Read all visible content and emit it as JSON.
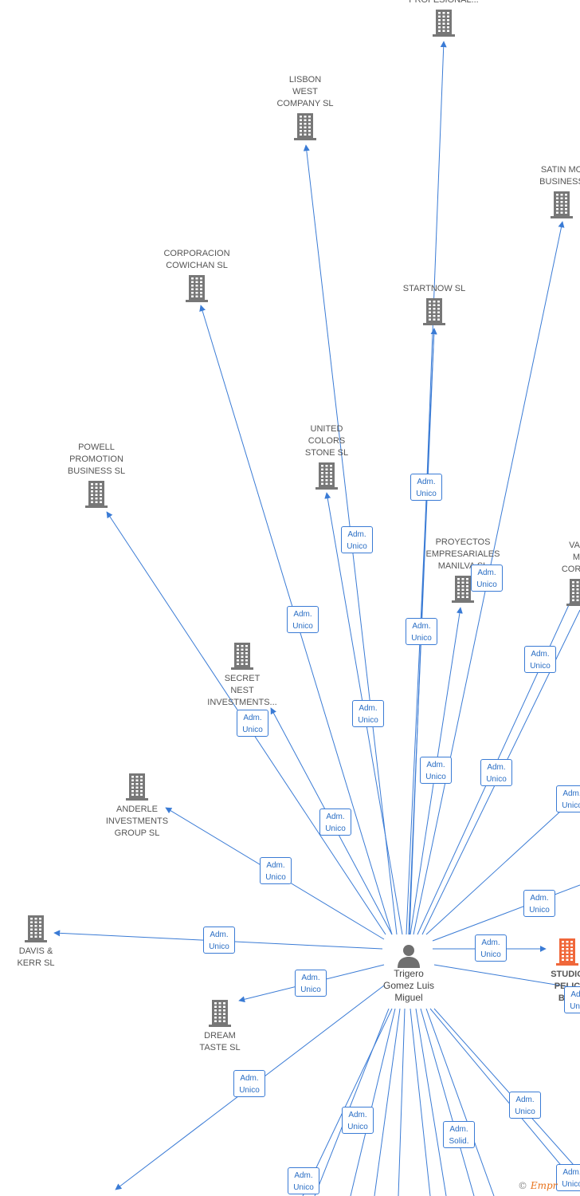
{
  "colors": {
    "edge": "#3a7bd5",
    "node_icon": "#777777",
    "highlight_icon": "#f0673a",
    "person_icon": "#6f6f6f"
  },
  "center": {
    "label": "Trigero\nGomez Luis\nMiguel",
    "icon": "person-icon"
  },
  "companies": [
    {
      "id": "profesional",
      "label": "PROFESIONAL...",
      "icon": "building-icon"
    },
    {
      "id": "lisbon",
      "label": "LISBON\nWEST\nCOMPANY SL",
      "icon": "building-icon"
    },
    {
      "id": "satin",
      "label": "SATIN MO\nBUSINESS",
      "icon": "building-icon"
    },
    {
      "id": "cowichan",
      "label": "CORPORACION\nCOWICHAN SL",
      "icon": "building-icon"
    },
    {
      "id": "startnow",
      "label": "STARTNOW SL",
      "icon": "building-icon"
    },
    {
      "id": "united",
      "label": "UNITED\nCOLORS\nSTONE SL",
      "icon": "building-icon"
    },
    {
      "id": "powell",
      "label": "POWELL\nPROMOTION\nBUSINESS SL",
      "icon": "building-icon"
    },
    {
      "id": "proyectos",
      "label": "PROYECTOS\nEMPRESARIALES\nMANILVA SL",
      "icon": "building-icon"
    },
    {
      "id": "var",
      "label": "VAR\nMI\nCORPO",
      "icon": "building-icon"
    },
    {
      "id": "secret",
      "label": "SECRET\nNEST\nINVESTMENTS...",
      "icon": "building-icon"
    },
    {
      "id": "anderle",
      "label": "ANDERLE\nINVESTMENTS\nGROUP SL",
      "icon": "building-icon"
    },
    {
      "id": "davis",
      "label": "DAVIS &\nKERR SL",
      "icon": "building-icon"
    },
    {
      "id": "dream",
      "label": "DREAM\nTASTE SL",
      "icon": "building-icon"
    },
    {
      "id": "studio",
      "label": "STUDIO\nPELIC\nBAY",
      "icon": "building-icon",
      "highlight": true
    }
  ],
  "badges": [
    {
      "text": "Adm.\nUnico"
    },
    {
      "text": "Adm.\nUnico"
    },
    {
      "text": "Adm.\nUnico"
    },
    {
      "text": "Adm.\nUnico"
    },
    {
      "text": "Adm.\nUnico"
    },
    {
      "text": "Adm.\nUnico"
    },
    {
      "text": "Adm.\nUnico"
    },
    {
      "text": "Adm.\nUnico"
    },
    {
      "text": "Adm.\nUnico"
    },
    {
      "text": "Adm.\nUnico"
    },
    {
      "text": "Adm.\nUnico"
    },
    {
      "text": "Adm.\nUnico"
    },
    {
      "text": "Adm.\nUnico"
    },
    {
      "text": "Adm.\nUnico"
    },
    {
      "text": "Adm.\nUnico"
    },
    {
      "text": "Adm.\nUnico"
    },
    {
      "text": "Adm.\nUnico"
    },
    {
      "text": "Adm.\nUnico"
    },
    {
      "text": "Adm.\nUnico"
    },
    {
      "text": "Adm.\nUnico"
    },
    {
      "text": "Adm.\nSolid."
    },
    {
      "text": "Adm.\nUnico"
    },
    {
      "text": "Adm.\nUnico"
    },
    {
      "text": "Adm.\nUnico"
    }
  ],
  "footer": {
    "copyright": "©",
    "brand": "Empr"
  }
}
